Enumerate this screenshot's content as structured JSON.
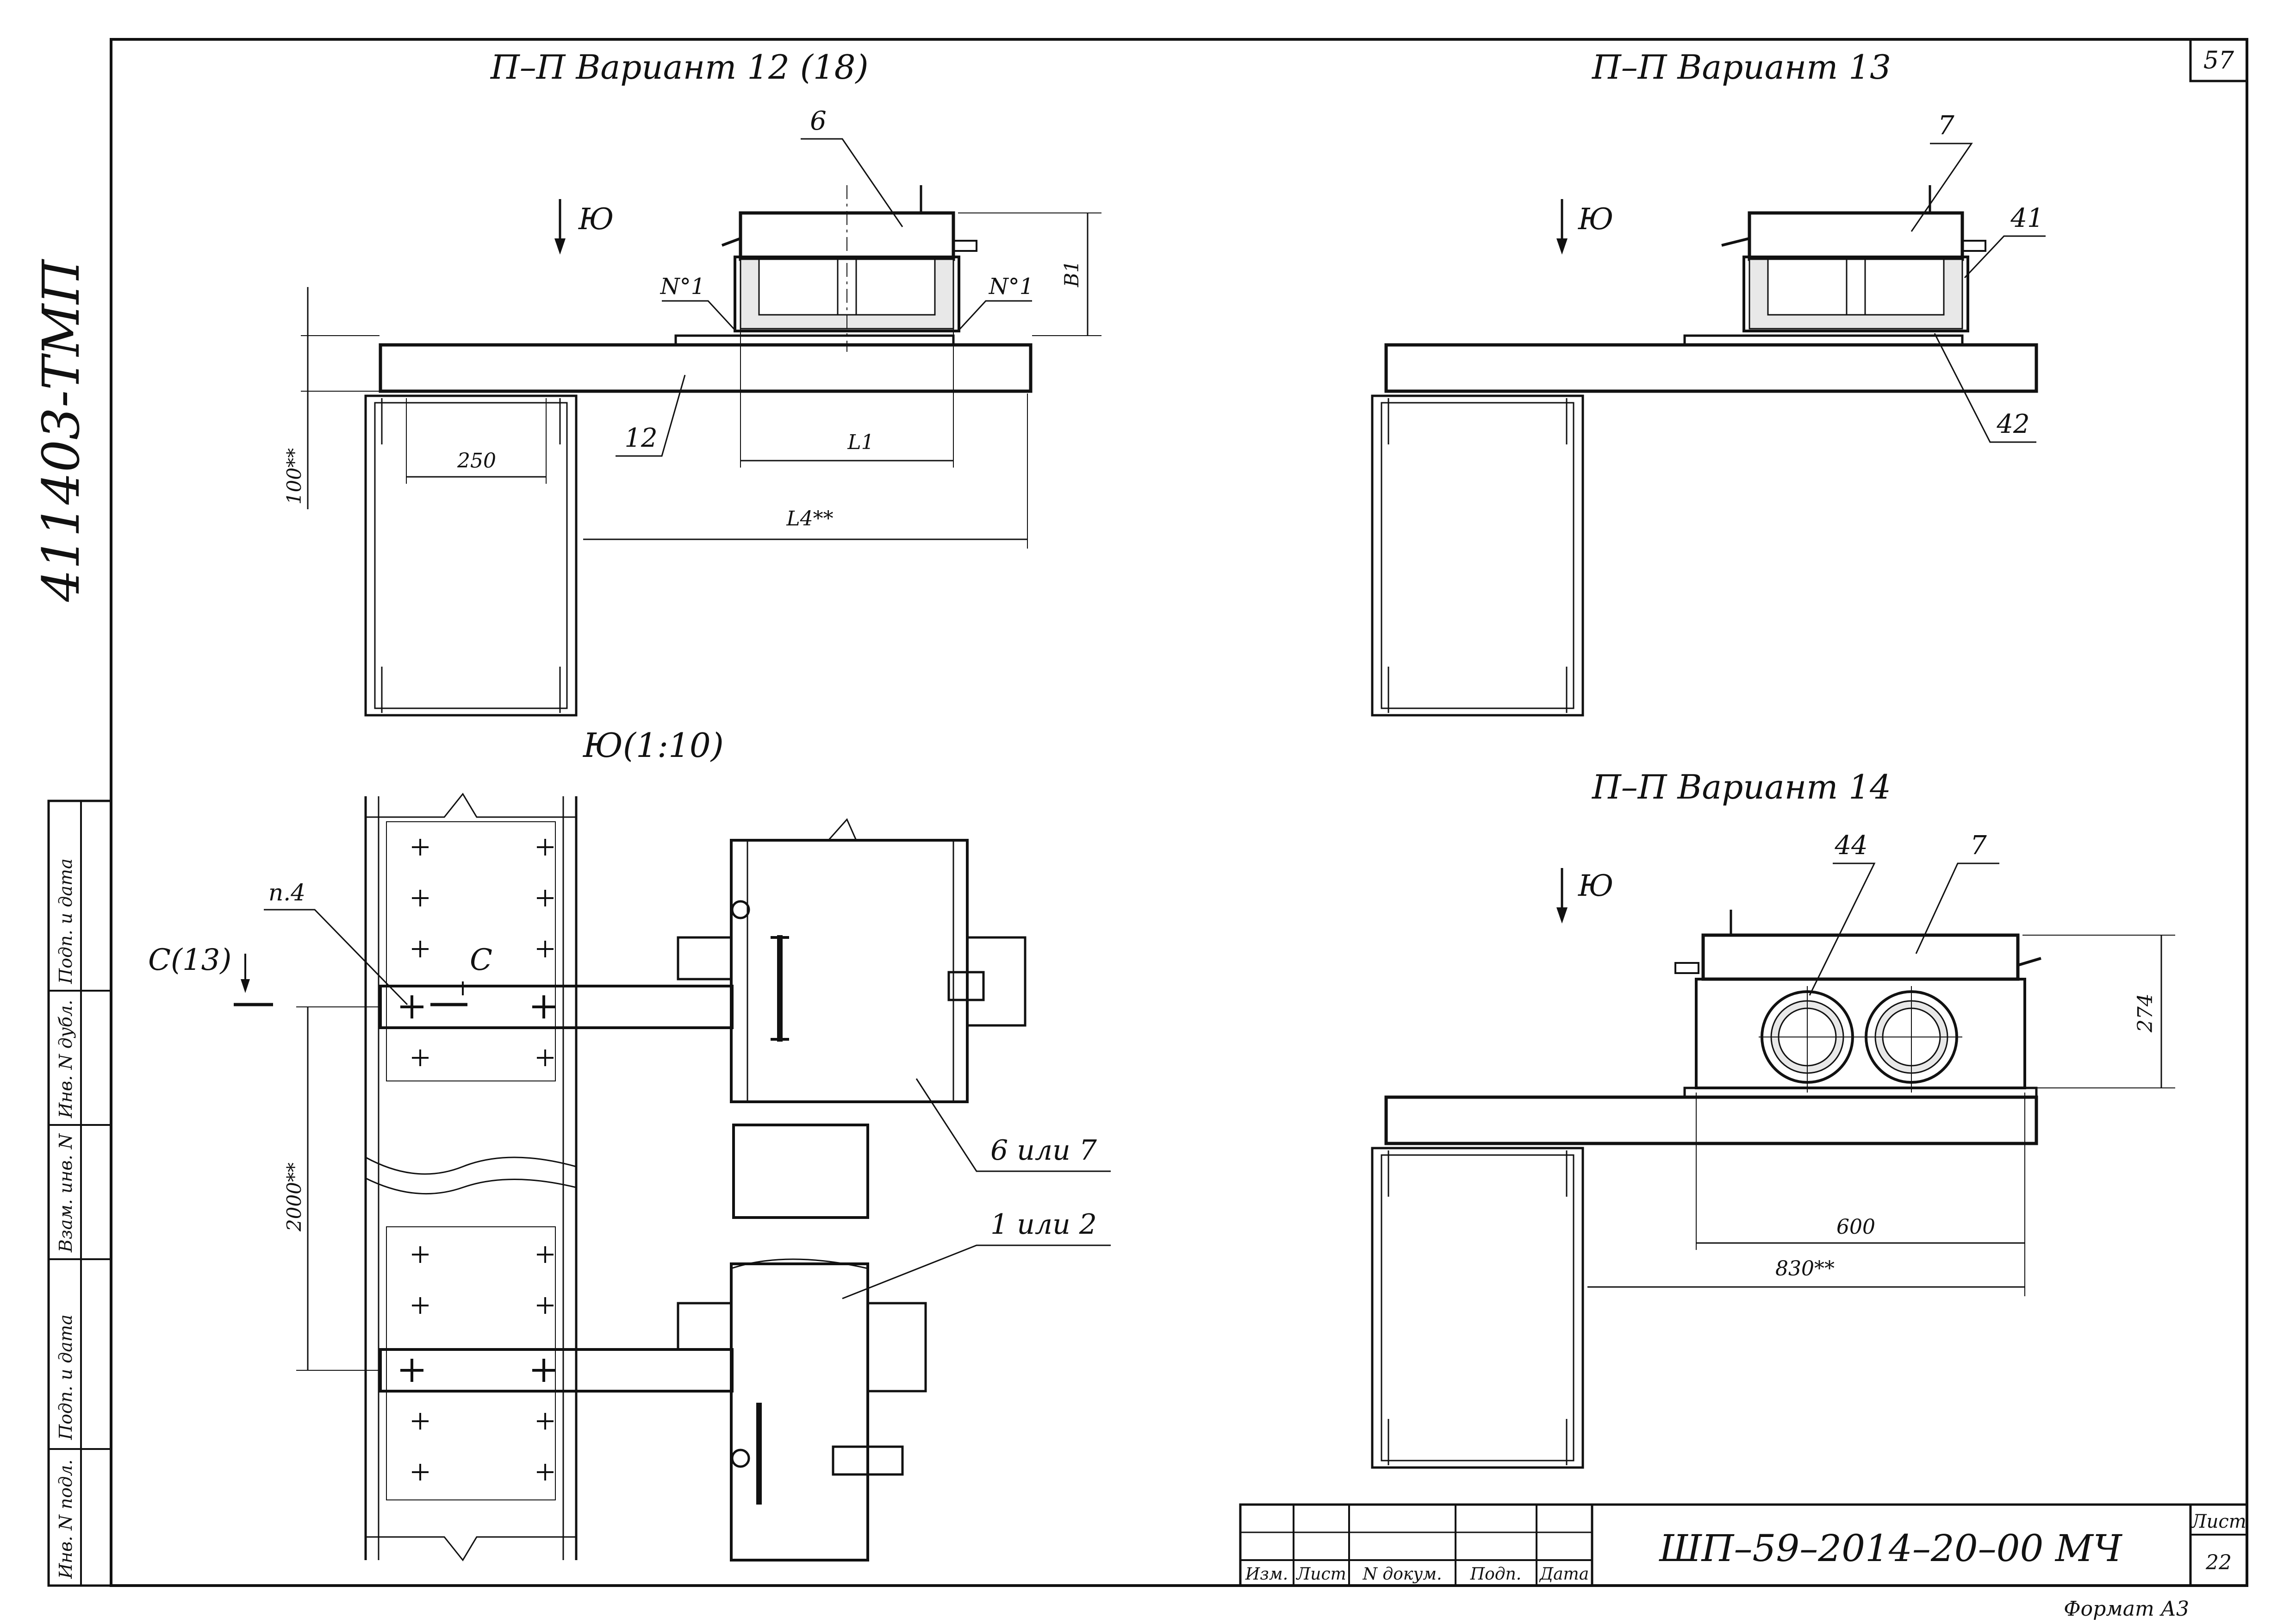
{
  "sheet": {
    "page_number": "57",
    "archive_code": "411403-ТМП",
    "format_label": "Формат А3"
  },
  "views": {
    "v12": {
      "title": "П–П Вариант 12 (18)",
      "arrow_label": "Ю"
    },
    "v13": {
      "title": "П–П Вариант 13",
      "arrow_label": "Ю"
    },
    "v14": {
      "title": "П–П Вариант 14",
      "arrow_label": "Ю"
    },
    "plan": {
      "title": "Ю(1:10)"
    }
  },
  "callouts": {
    "v12": {
      "unit": "6",
      "beam": "12",
      "weld_left": "N°1",
      "weld_right": "N°1"
    },
    "v13": {
      "unit": "7",
      "part_a": "41",
      "part_b": "42"
    },
    "v14": {
      "part": "44",
      "unit": "7"
    },
    "plan": {
      "note": "п.4",
      "unit": "6 или 7",
      "support": "1 или 2",
      "section_left": "С(13)",
      "section_right": "С"
    }
  },
  "dimensions": {
    "v12": {
      "b1": "B1",
      "h100": "100**",
      "w250": "250",
      "l1": "L1",
      "l4": "L4**"
    },
    "v14": {
      "h274": "274",
      "w600": "600",
      "w830": "830**"
    },
    "plan": {
      "h2000": "2000**"
    }
  },
  "side_stamp": [
    "Инв. N подл.",
    "Подп. и дата",
    "Взам. инв. N",
    "Инв. N дубл.",
    "Подп. и дата"
  ],
  "title_block": {
    "designation": "ШП–59–2014–20–00 МЧ",
    "headers": [
      "Изм.",
      "Лист",
      "N докум.",
      "Подп.",
      "Дата"
    ],
    "sheet_label": "Лист",
    "sheet_number": "22"
  }
}
